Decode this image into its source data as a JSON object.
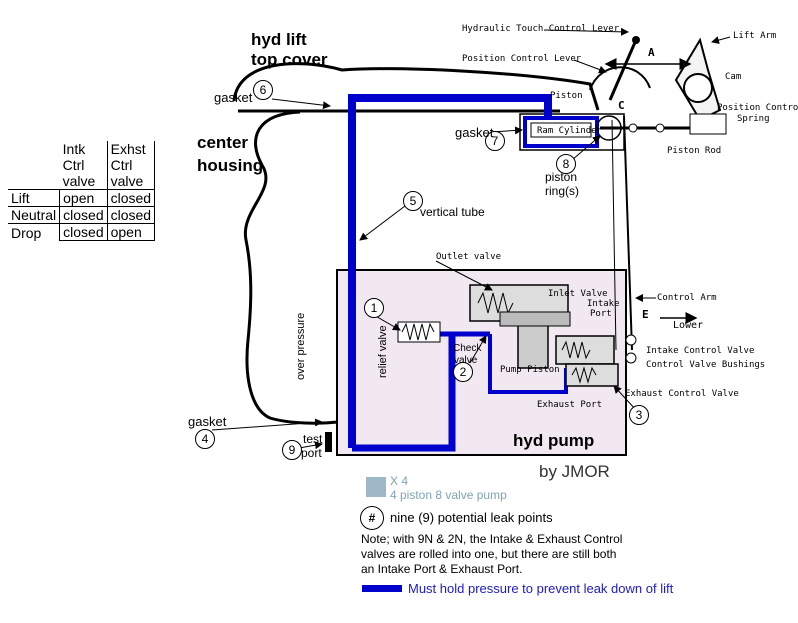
{
  "title": {
    "line1": "hyd lift",
    "line2": "top cover"
  },
  "housing": {
    "line1": "center",
    "line2": "housing"
  },
  "pump_label": "hyd pump",
  "credit": "by JMOR",
  "table": {
    "headers": [
      [
        "Intk",
        "Ctrl",
        "valve"
      ],
      [
        "Exhst",
        "Ctrl",
        "valve"
      ]
    ],
    "rows": [
      {
        "mode": "Lift",
        "intake": "open",
        "exhaust": "closed"
      },
      {
        "mode": "Neutral",
        "intake": "closed",
        "exhaust": "closed"
      },
      {
        "mode": "Drop",
        "intake": "closed",
        "exhaust": "open"
      }
    ]
  },
  "numbers": [
    "1",
    "2",
    "3",
    "4",
    "5",
    "6",
    "7",
    "8",
    "9",
    "#"
  ],
  "labels": {
    "gasket": "gasket",
    "vertical_tube": "vertical tube",
    "piston_ring": "piston",
    "piston_ring2": "ring(s)",
    "test1": "test",
    "test2": "port",
    "relief1": "over pressure",
    "relief2": "relief valve",
    "check1": "Check",
    "check2": "valve"
  },
  "mechanical": {
    "touch_lever": "Hydraulic Touch Control Lever",
    "position_lever": "Position Control Lever",
    "lift_arm": "Lift Arm",
    "cam": "Cam",
    "position_spring1": "Position Control",
    "position_spring2": "Spring",
    "piston": "Piston",
    "ram_cylinder": "Ram Cylinder",
    "piston_rod": "Piston Rod",
    "control_arm": "Control Arm",
    "lower": "Lower",
    "outlet_valve": "Outlet valve",
    "inlet_valve": "Inlet Valve",
    "intake_port1": "Intake",
    "intake_port2": "Port",
    "pump_piston": "Pump Piston",
    "exhaust_port": "Exhaust Port",
    "intake_control": "Intake Control Valve",
    "bushings": "Control Valve Bushings",
    "exhaust_control": "Exhaust Control Valve",
    "letter_a": "A",
    "letter_c": "C",
    "letter_e": "E"
  },
  "legend": {
    "x4": "X 4",
    "pump_type": "4 piston 8 valve pump",
    "leak_points": "nine (9) potential leak points",
    "note1": "Note; with 9N & 2N, the Intake & Exhaust Control",
    "note2": "valves are rolled into one, but there are still both",
    "note3": "an Intake Port & Exhaust Port.",
    "pressure": "Must hold pressure to prevent leak down of lift"
  },
  "colors": {
    "pressure_line": "#0000cc",
    "legend_box": "#9fb8c8",
    "legend_text": "#7fa3b8",
    "pump_fill": "#f2e8f2",
    "pressure_text": "#1a1acc"
  }
}
